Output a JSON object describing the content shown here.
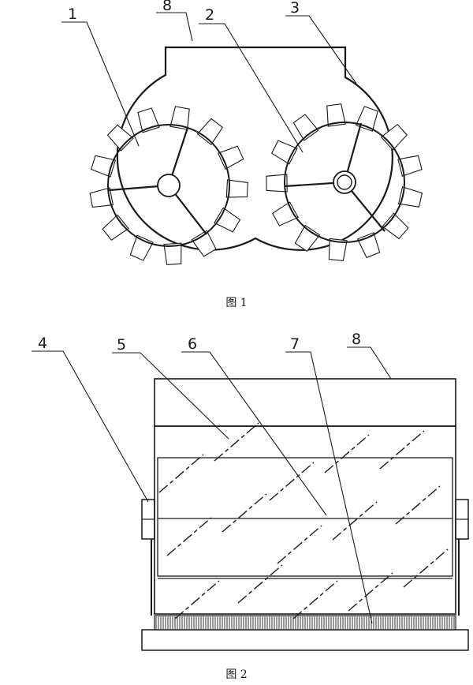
{
  "figure1": {
    "caption": "图 1",
    "labels": {
      "roller_left": "1",
      "roller_right": "2",
      "casing": "3",
      "housing": "8"
    }
  },
  "figure2": {
    "caption": "图 2",
    "labels": {
      "bearing_seat": "4",
      "blade_upper": "5",
      "blade_middle": "6",
      "base_teeth": "7",
      "housing": "8"
    }
  },
  "colors": {
    "ink": "#1a1a1a",
    "background": "#ffffff"
  }
}
